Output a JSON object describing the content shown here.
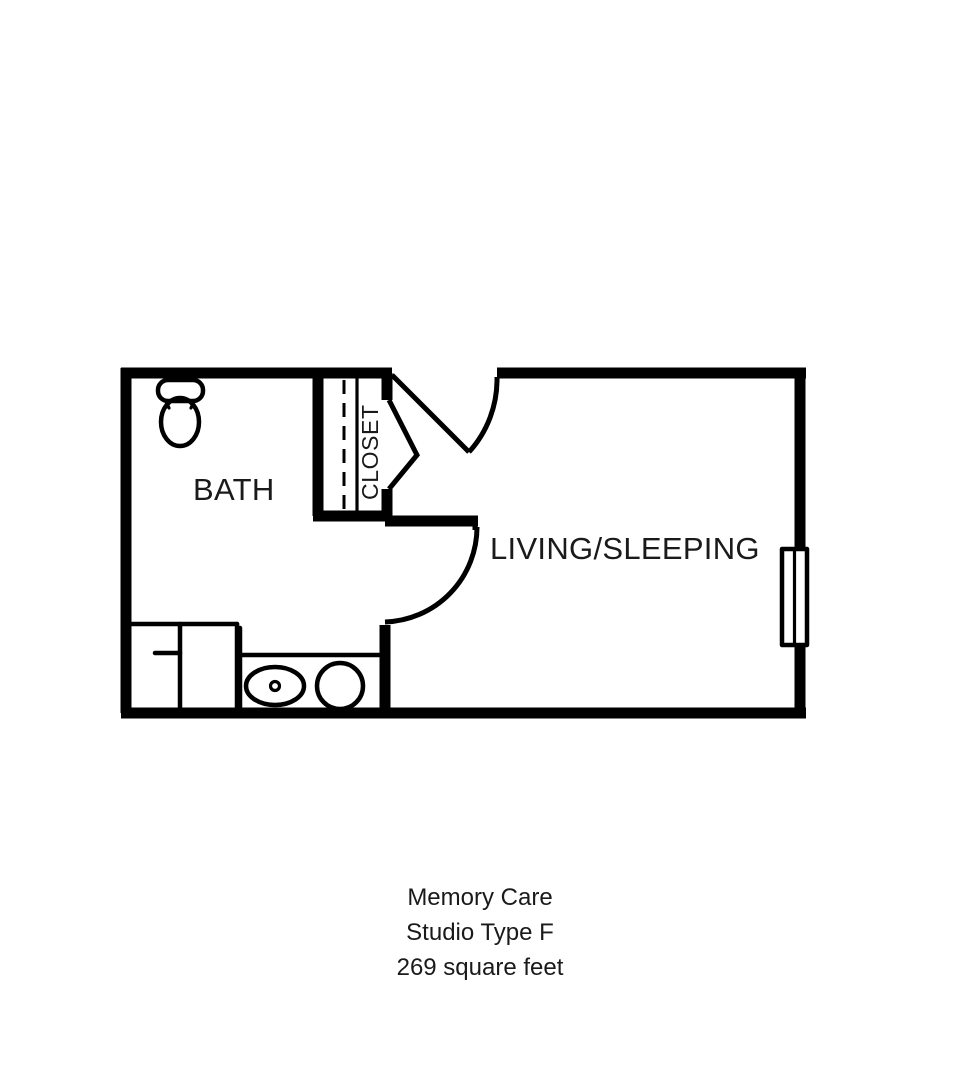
{
  "plan": {
    "title_lines": [
      "Memory Care",
      "Studio Type F",
      "269 square feet"
    ],
    "caption": {
      "line1": "Memory Care",
      "line2": "Studio Type F",
      "line3": "269 square feet"
    },
    "rooms": [
      {
        "id": "bath",
        "label": "BATH"
      },
      {
        "id": "closet",
        "label": "CLOSET"
      },
      {
        "id": "living",
        "label": "LIVING/SLEEPING"
      }
    ],
    "labels": {
      "bath": "BATH",
      "closet": "CLOSET",
      "living": "LIVING/SLEEPING"
    },
    "fixtures": [
      {
        "id": "toilet",
        "name": "toilet"
      },
      {
        "id": "shower",
        "name": "shower-with-seat"
      },
      {
        "id": "vanity",
        "name": "vanity-counter"
      },
      {
        "id": "sink",
        "name": "oval-sink"
      },
      {
        "id": "lavatory-circle",
        "name": "round-basin"
      },
      {
        "id": "window",
        "name": "window"
      }
    ],
    "doors": [
      {
        "id": "entry-door",
        "name": "entry-door"
      },
      {
        "id": "bath-door",
        "name": "bathroom-door"
      },
      {
        "id": "closet-door",
        "name": "closet-bifold-door"
      }
    ],
    "colors": {
      "wall": "#000000",
      "background": "#ffffff",
      "text": "#1a1a1a"
    }
  }
}
